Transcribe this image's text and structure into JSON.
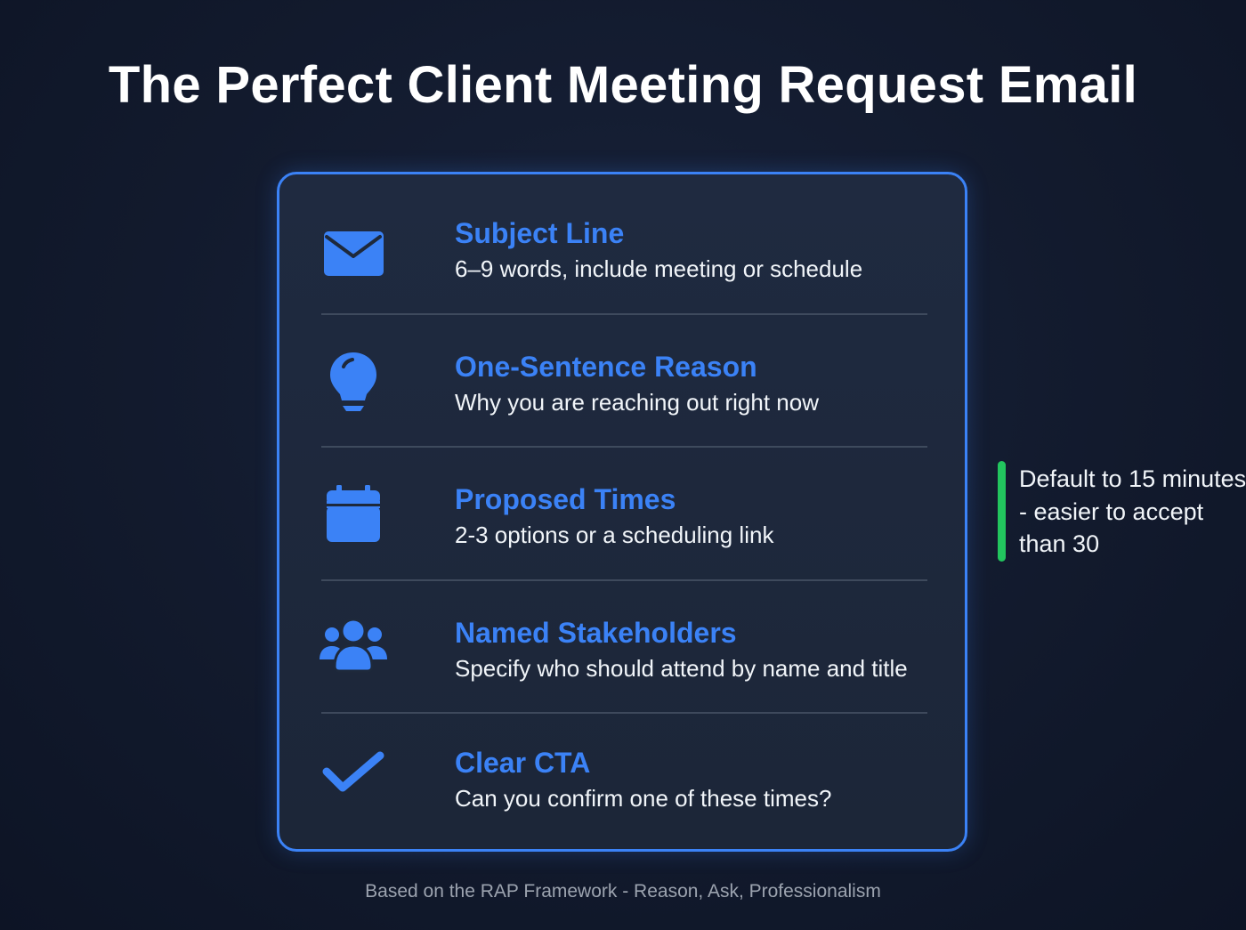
{
  "title": "The Perfect Client Meeting Request Email",
  "card": {
    "items": [
      {
        "icon": "envelope-icon",
        "label": "Subject Line",
        "description": "6–9 words, include meeting or schedule"
      },
      {
        "icon": "lightbulb-icon",
        "label": "One-Sentence Reason",
        "description": "Why you are reaching out right now"
      },
      {
        "icon": "calendar-icon",
        "label": "Proposed Times",
        "description": "2-3 options or a scheduling link"
      },
      {
        "icon": "users-icon",
        "label": "Named Stakeholders",
        "description": "Specify who should attend by name and title"
      },
      {
        "icon": "checkmark-icon",
        "label": "Clear CTA",
        "description": "Can you confirm one of these times?"
      }
    ]
  },
  "note": {
    "text": "Default to 15 minutes - easier to accept than 30",
    "accent_color": "#22c55e"
  },
  "footer": "Based on the RAP Framework - Reason, Ask, Professionalism",
  "colors": {
    "accent": "#3b82f6",
    "background": "#121a2d",
    "card": "#1f2a40"
  }
}
